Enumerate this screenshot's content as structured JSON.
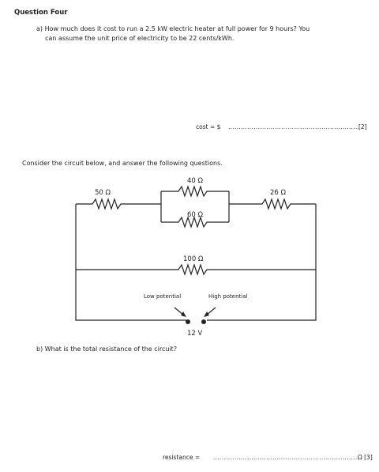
{
  "heading": "Question Four",
  "part_a": {
    "line1": "a)  How much does it cost to run a 2.5 kW electric heater at full power for 9 hours? You",
    "line2": "can assume the unit price of electricity to be 22 cents/kWh.",
    "answer_label": "cost = $",
    "answer_dots": "..........................................................................................",
    "marks": "[2]"
  },
  "intro": "Consider the circuit below, and answer the following questions.",
  "circuit": {
    "r1": "50 Ω",
    "r2": "40 Ω",
    "r3": "60 Ω",
    "r4": "26 Ω",
    "r5": "100 Ω",
    "low": "Low potential",
    "high": "High potential",
    "voltage": "12 V"
  },
  "part_b": {
    "question": "b)  What is the total resistance of the circuit?",
    "answer_label": "resistance =",
    "answer_dots": "..........................................................................................",
    "marks": "Ω [3]"
  }
}
